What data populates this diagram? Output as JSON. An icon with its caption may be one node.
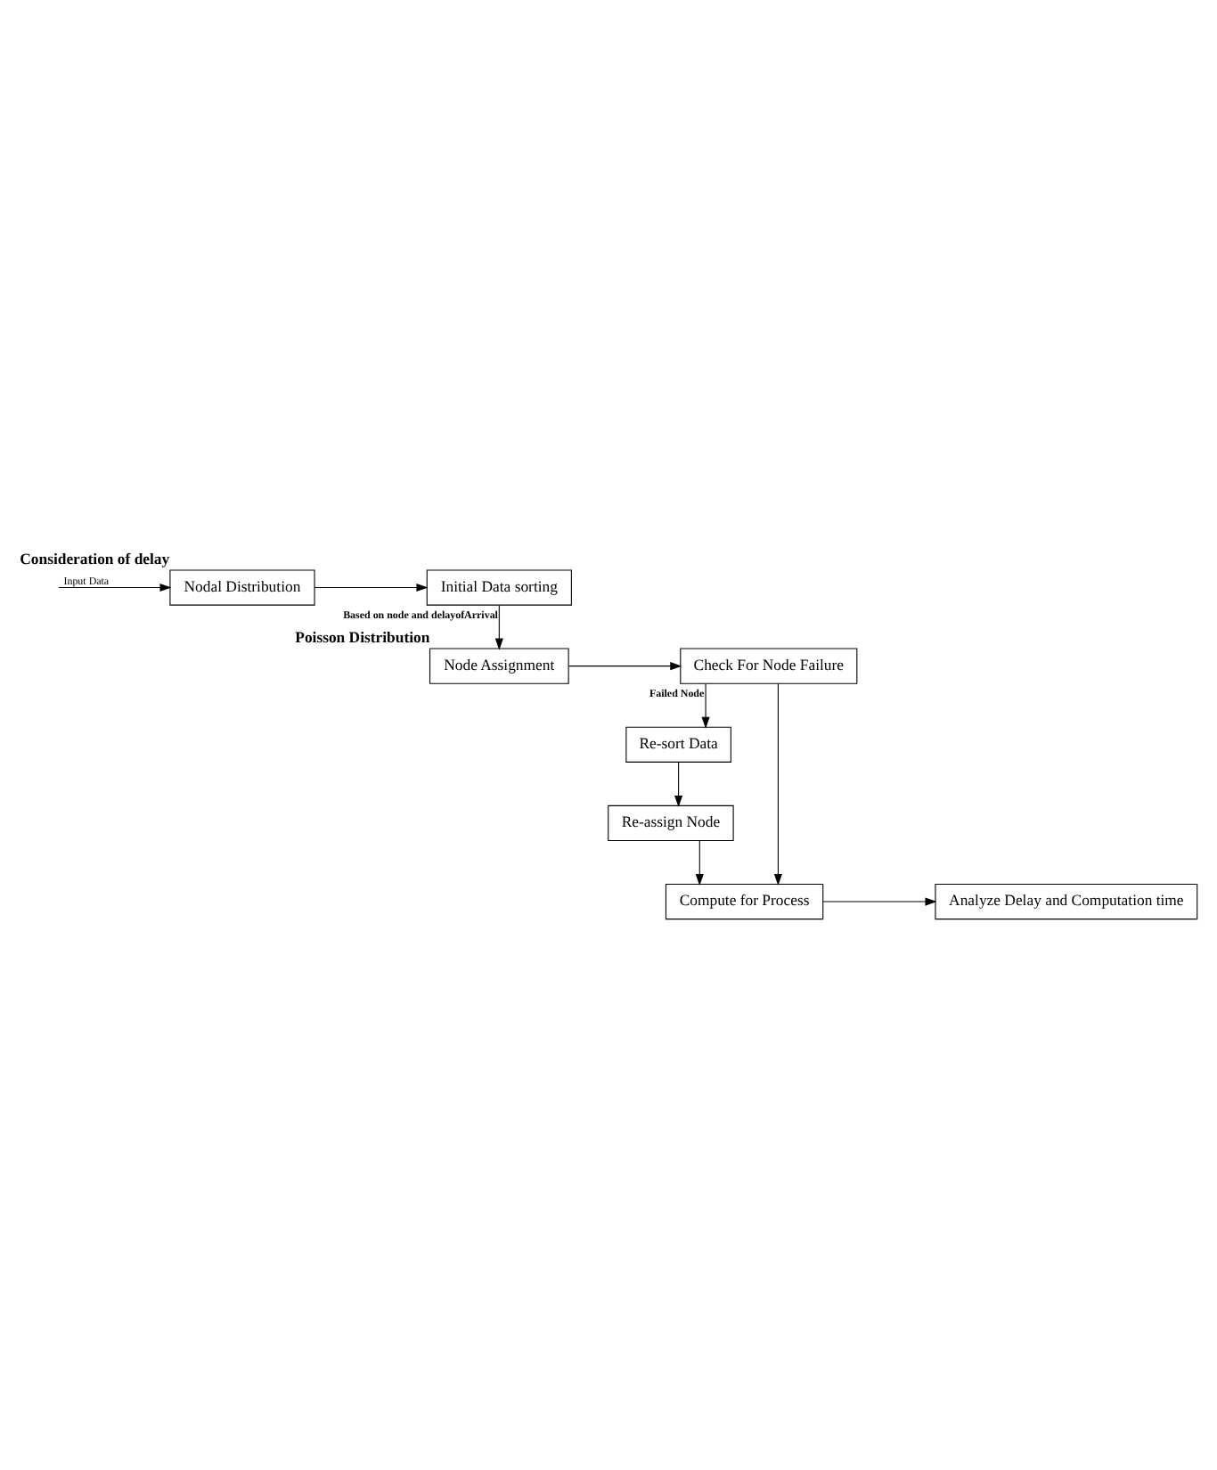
{
  "diagram": {
    "nodes": [
      {
        "text": [
          "Nodal Distribution"
        ],
        "beside": [
          "Consideration of delay"
        ]
      },
      {
        "text": [
          "Initial Data sorting"
        ]
      },
      {
        "text": [
          "Node Assignment"
        ],
        "beside": [
          "Poisson Distribution"
        ]
      },
      {
        "text": [
          "Check For Node Failure"
        ]
      },
      {
        "text": [
          "Re-sort Data"
        ]
      },
      {
        "text": [
          "Re-assign Node"
        ]
      },
      {
        "text": [
          "Compute for Process"
        ]
      },
      {
        "text": [
          "Analyze Delay and Computation time"
        ]
      }
    ],
    "edges": [
      {
        "from": null,
        "to": 0,
        "arrow": "to",
        "label": "Input Data"
      },
      {
        "from": 0,
        "to": 1,
        "arrow": "to"
      },
      {
        "from": 1,
        "to": 2,
        "arrow": "to",
        "label": "Based on node and delayofArrival"
      },
      {
        "from": 2,
        "to": 3,
        "arrow": "to"
      },
      {
        "from": 3,
        "to": 4,
        "arrow": "to",
        "label": "Failed Node"
      },
      {
        "from": 4,
        "to": 5,
        "arrow": "to"
      },
      {
        "from": 5,
        "to": 6,
        "arrow": "to"
      },
      {
        "from": 3,
        "to": 6,
        "arrow": "to"
      },
      {
        "from": 6,
        "to": 7,
        "arrow": "to"
      }
    ]
  }
}
